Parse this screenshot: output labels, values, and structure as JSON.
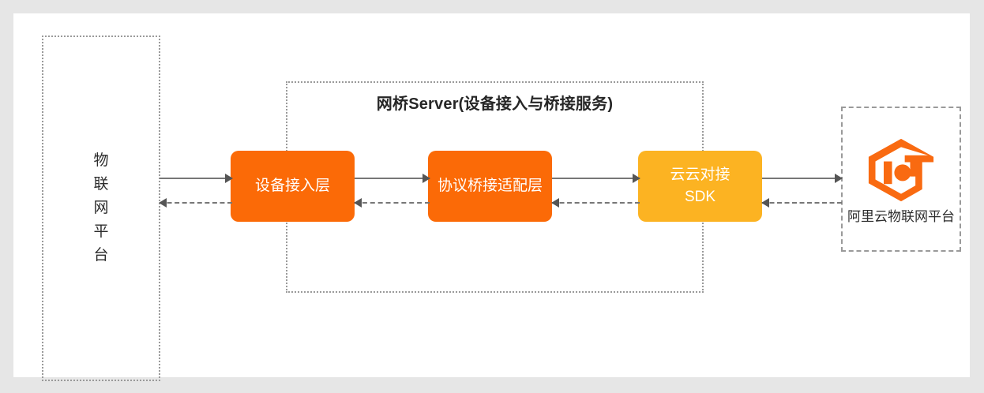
{
  "diagram": {
    "title": "网桥Server(设备接入与桥接服务)",
    "background_color": "#e6e6e6",
    "panel_color": "#ffffff"
  },
  "left_platform": {
    "name": "物联网平台",
    "chars": [
      "物",
      "联",
      "网",
      "平",
      "台"
    ],
    "border_style": "dotted",
    "border_color": "#9a9a9a"
  },
  "bridge_server": {
    "title": "网桥Server(设备接入与桥接服务)",
    "border_style": "dotted",
    "border_color": "#9a9a9a",
    "boxes": [
      {
        "id": "device-access-layer",
        "label": "设备接入层",
        "color": "#fb6a07",
        "text_color": "#ffffff"
      },
      {
        "id": "protocol-bridge-adapter-layer",
        "label": "协议桥接适配层",
        "color": "#fb6a07",
        "text_color": "#ffffff"
      },
      {
        "id": "cloud-to-cloud-sdk",
        "label": "云云对接SDK",
        "line1": "云云对接",
        "line2": "SDK",
        "color": "#fcb322",
        "text_color": "#ffffff"
      }
    ]
  },
  "right_platform": {
    "label": "阿里云物联网平台",
    "logo_name": "iot-logo",
    "logo_color": "#f96a11",
    "border_style": "dashed",
    "border_color": "#9a9a9a"
  },
  "connectors": [
    {
      "id": "iot-platform-to-device-access",
      "direction": "right",
      "style": "solid"
    },
    {
      "id": "device-access-to-iot-platform",
      "direction": "left",
      "style": "dashed"
    },
    {
      "id": "device-access-to-adapter",
      "direction": "right",
      "style": "solid"
    },
    {
      "id": "adapter-to-device-access",
      "direction": "left",
      "style": "dashed"
    },
    {
      "id": "adapter-to-sdk",
      "direction": "right",
      "style": "solid"
    },
    {
      "id": "sdk-to-adapter",
      "direction": "left",
      "style": "dashed"
    },
    {
      "id": "sdk-to-aliyun-platform",
      "direction": "right",
      "style": "solid"
    },
    {
      "id": "aliyun-platform-to-sdk",
      "direction": "left",
      "style": "dashed"
    }
  ]
}
